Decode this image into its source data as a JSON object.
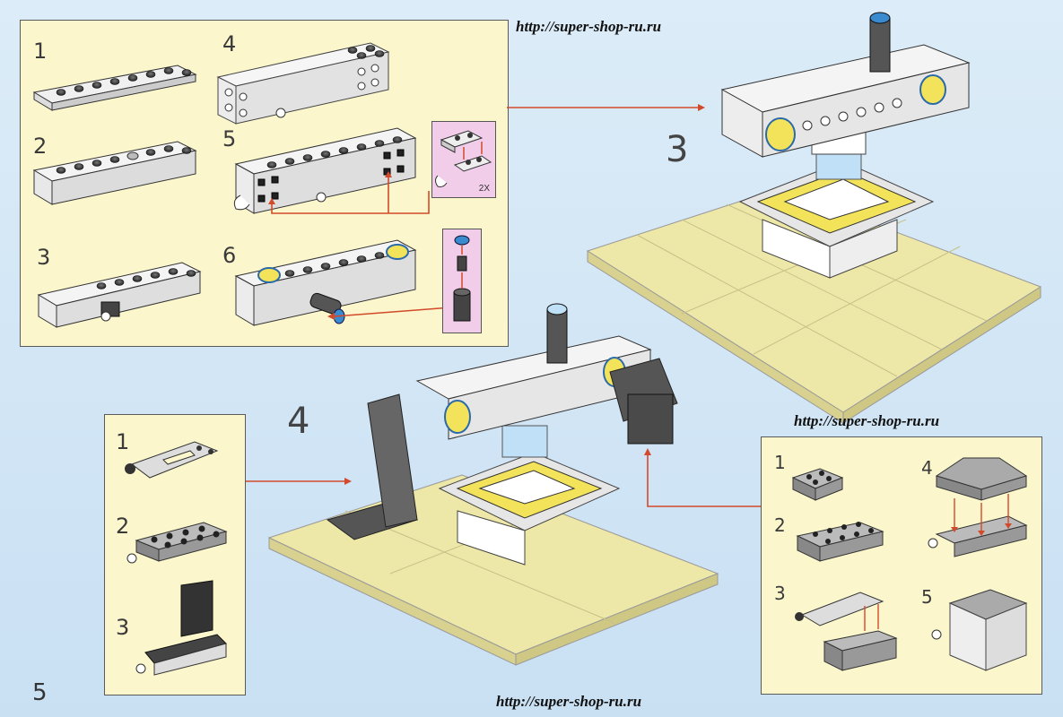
{
  "page": {
    "number": "5"
  },
  "watermarks": [
    "http://super-shop-ru.ru",
    "http://super-shop-ru.ru",
    "http://super-shop-ru.ru"
  ],
  "main_steps": {
    "step3": "3",
    "step4": "4"
  },
  "panel_top_left": {
    "step_labels": [
      "1",
      "2",
      "3",
      "4",
      "5",
      "6"
    ],
    "insert_multiplier": "2X"
  },
  "panel_left_small": {
    "step_labels": [
      "1",
      "2",
      "3"
    ]
  },
  "panel_right_small": {
    "step_labels": [
      "1",
      "2",
      "3",
      "4",
      "5"
    ]
  },
  "colors": {
    "panel_bg": "#fbf6cc",
    "insert_bg": "#f2cdea",
    "arrow": "#d24a2a",
    "page_bg": "#d6e8f6",
    "baseplate": "#eee8a8",
    "brick_white": "#f4f4f4",
    "brick_dark": "#4a4a4a",
    "hazard_yellow": "#f2e35a",
    "accent_blue": "#8fc2e8",
    "accent_orange": "#f0a060"
  }
}
